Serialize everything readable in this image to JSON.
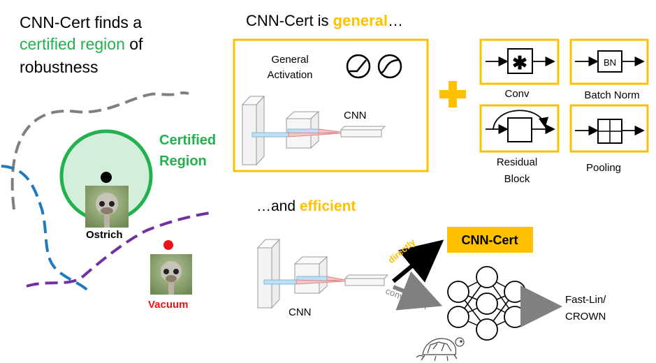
{
  "left": {
    "line1": "CNN-Cert finds a",
    "line2_highlight": "certified region",
    "line2_rest": " of",
    "line3": "robustness",
    "certified_line1": "Certified",
    "certified_line2": "Region",
    "ostrich_label": "Ostrich",
    "vacuum_label": "Vacuum"
  },
  "general": {
    "title_prefix": "CNN-Cert is ",
    "title_highlight": "general",
    "title_suffix": "…",
    "activation_line1": "General",
    "activation_line2": "Activation",
    "cnn_label": "CNN"
  },
  "blocks": {
    "conv_label": "Conv",
    "batchnorm_label": "Batch Norm",
    "batchnorm_symbol": "BN",
    "residual_line1": "Residual",
    "residual_line2": "Block",
    "pooling_label": "Pooling",
    "conv_symbol": "✱"
  },
  "efficient": {
    "title_prefix": "…and ",
    "title_highlight": "efficient",
    "cnn_label": "CNN",
    "directly_label": "directly",
    "conversion_label": "conversion",
    "cnncert_box": "CNN-Cert",
    "fastlin_line1": "Fast-Lin/",
    "fastlin_line2": "CROWN"
  },
  "colors": {
    "green": "#22b14c",
    "gold": "#ffc000",
    "red": "#e8131a",
    "purple": "#7030a0",
    "blue": "#1f7ac0",
    "gray": "#808080"
  }
}
